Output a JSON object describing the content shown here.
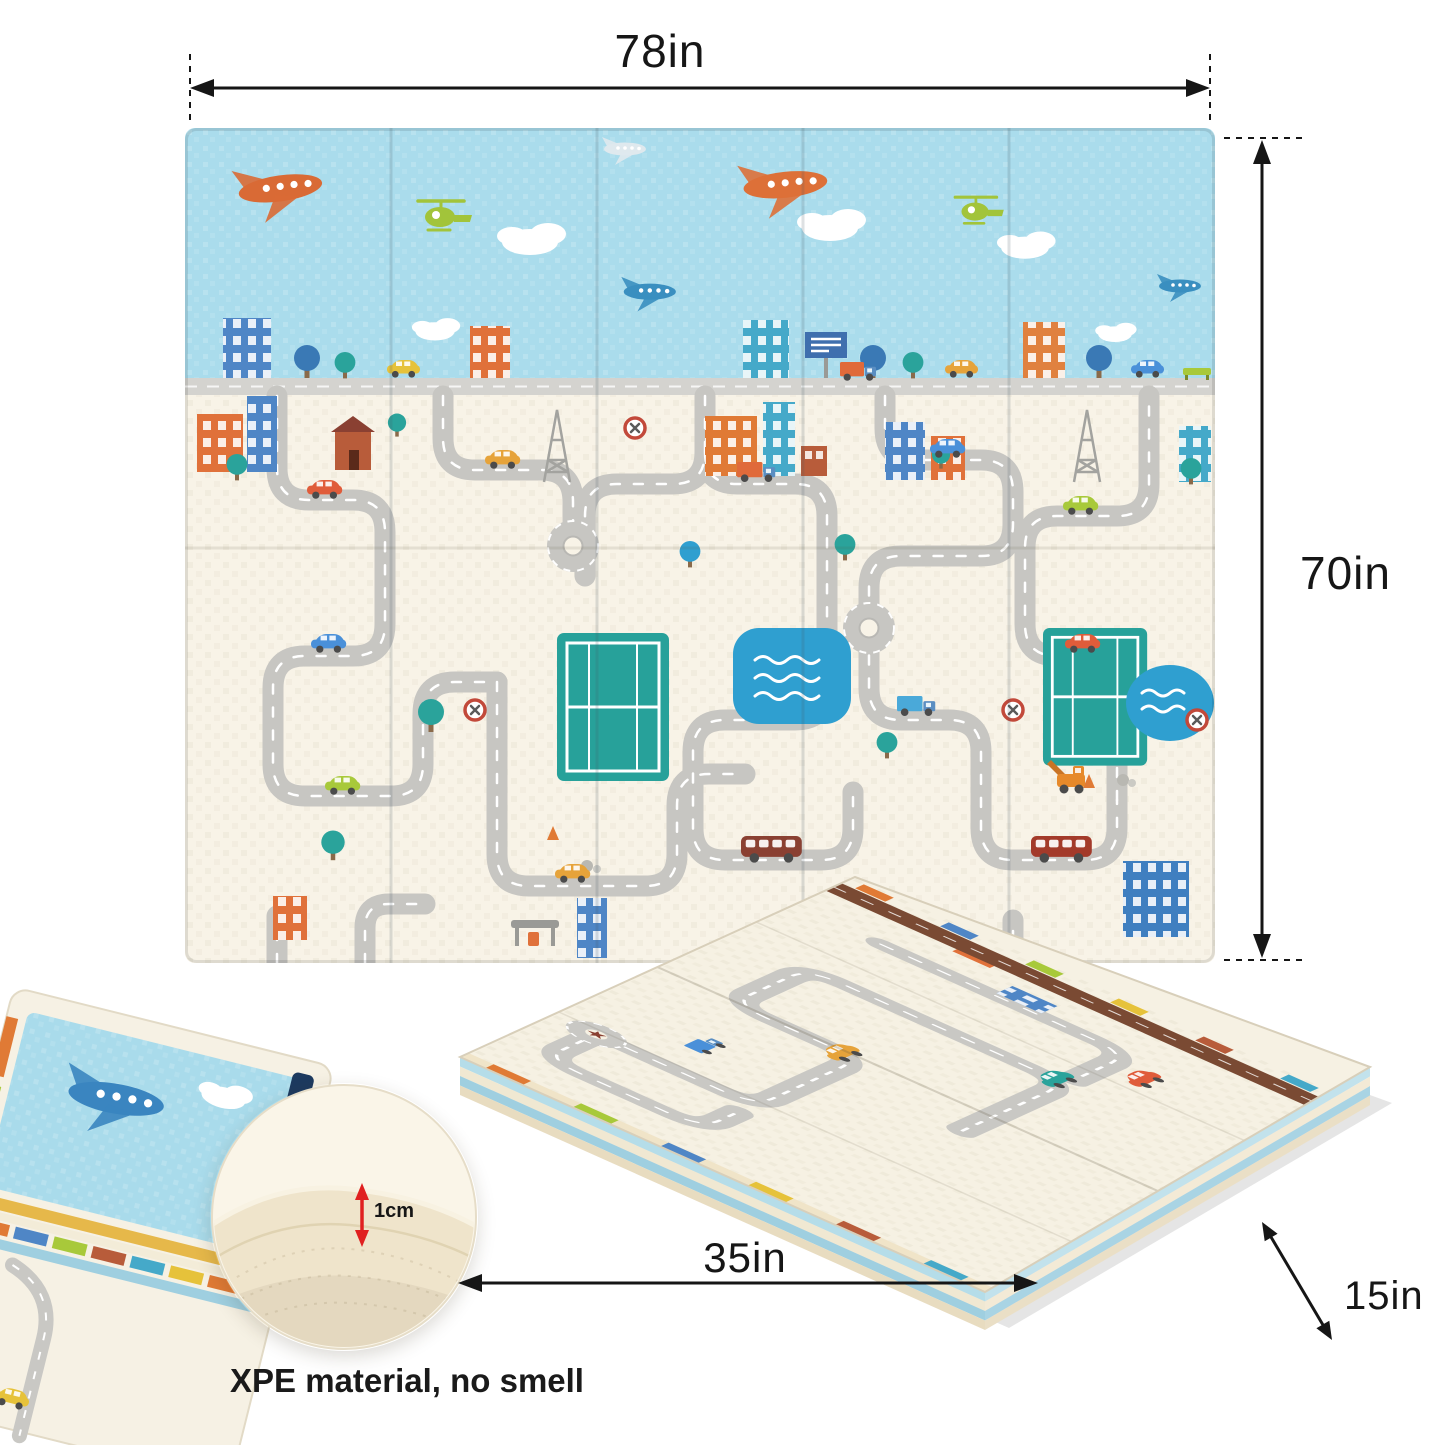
{
  "labels": {
    "width": "78in",
    "height": "70in",
    "folded_length": "35in",
    "folded_depth": "15in",
    "thickness": "1cm",
    "material_note": "XPE material, no smell"
  },
  "colors": {
    "sky_blue": "#aadcec",
    "mat_cream": "#f8f3e7",
    "road_gray": "#c7c6c2",
    "court_teal": "#27a19a",
    "pool_blue": "#2f9fd0",
    "plane_orange": "#dd7038",
    "helicopter_green": "#a2c43a",
    "dimension_line": "#161616",
    "thickness_arrow_red": "#e02020"
  },
  "icons": {
    "airplane-icon": "inline-svg-shape",
    "helicopter-icon": "inline-svg-shape",
    "car-icon": "inline-svg-shape",
    "truck-icon": "inline-svg-shape",
    "bus-icon": "inline-svg-shape",
    "tree-icon": "inline-svg-shape",
    "roundabout-icon": "inline-svg-shape",
    "tennis-court-icon": "inline-svg-shape",
    "pool-icon": "inline-svg-shape",
    "crossing-sign-icon": "inline-svg-shape",
    "pylon-icon": "inline-svg-shape"
  }
}
